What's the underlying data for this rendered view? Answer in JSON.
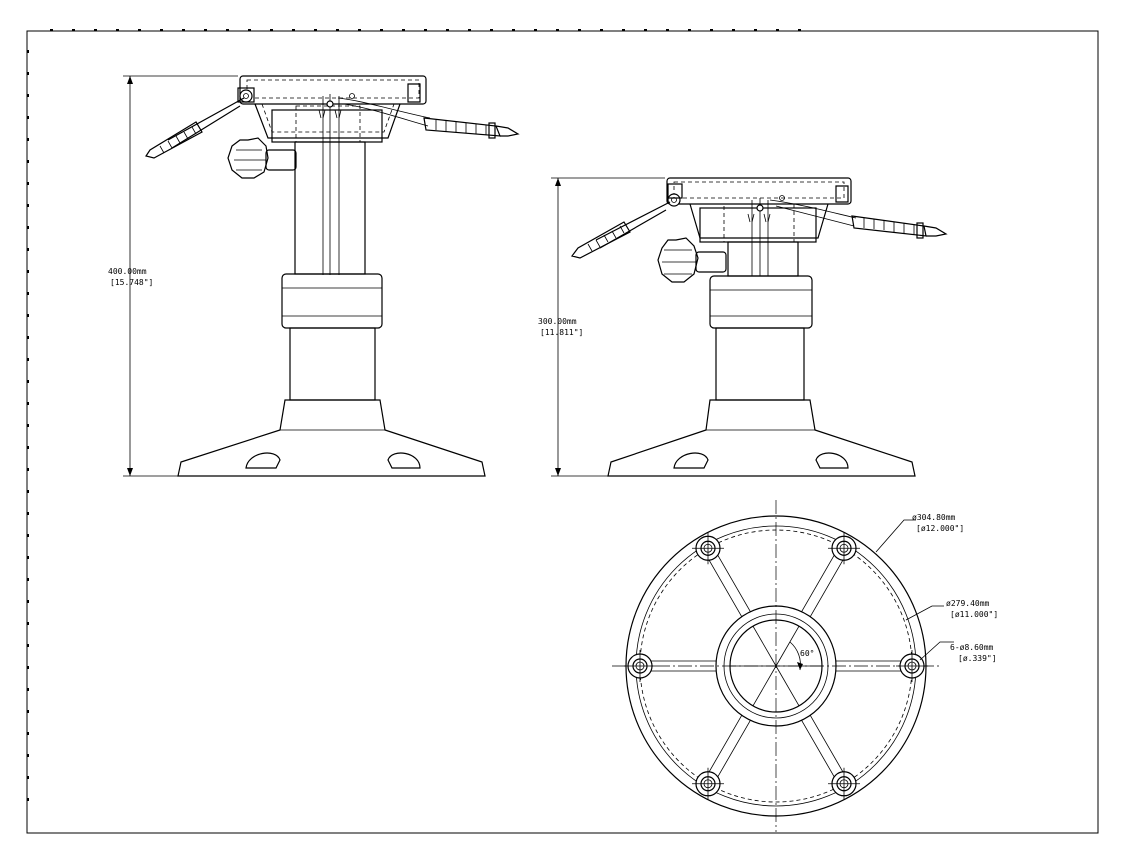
{
  "dimensions": {
    "left_height": {
      "mm": "400.00mm",
      "inch": "[15.748\"]"
    },
    "right_height": {
      "mm": "300.00mm",
      "inch": "[11.811\"]"
    },
    "outer_diameter": {
      "mm": "ø304.80mm",
      "inch": "[ø12.000\"]"
    },
    "bolt_circle": {
      "mm": "ø279.40mm",
      "inch": "[ø11.000\"]"
    },
    "holes": {
      "mm": "6-ø8.60mm",
      "inch": "[ø.339\"]"
    },
    "angle": "60°"
  },
  "colors": {
    "line": "#000000",
    "background": "#ffffff"
  }
}
